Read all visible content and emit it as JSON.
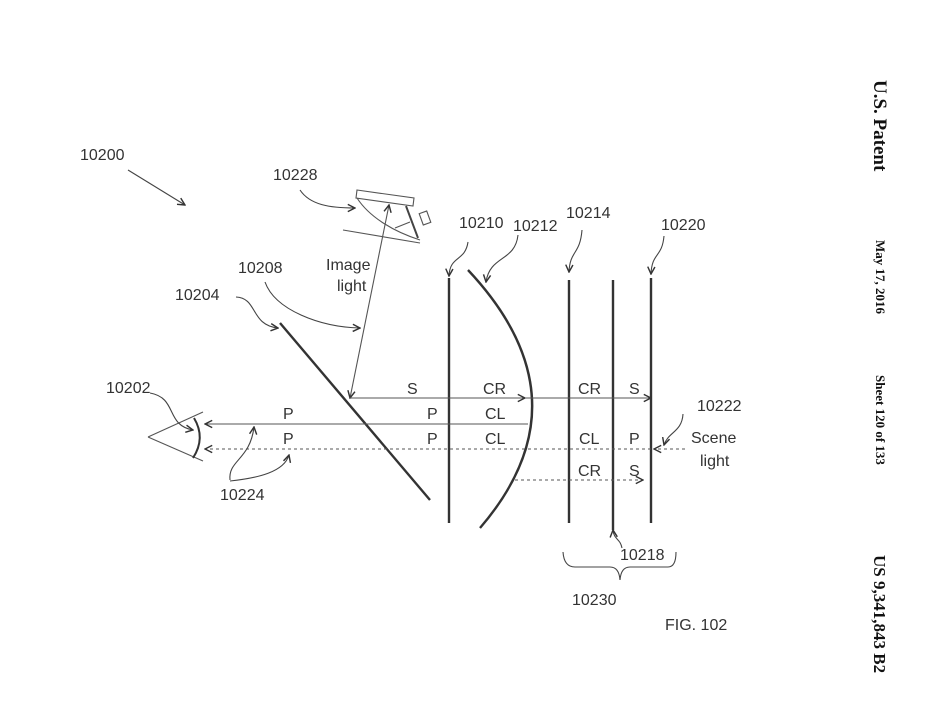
{
  "header": {
    "title": "U.S. Patent",
    "date": "May 17, 2016",
    "sheet": "Sheet 120 of 133",
    "patent_number": "US 9,341,843 B2"
  },
  "figure": {
    "caption": "FIG. 102",
    "refs": {
      "system": "10200",
      "eye": "10202",
      "combiner": "10204",
      "image_light_ref": "10208",
      "plate_10210": "10210",
      "curved_mirror": "10212",
      "plate_10214": "10214",
      "plate_10218": "10218",
      "plate_10220": "10220",
      "scene_light_ref": "10222",
      "p_rays": "10224",
      "projector": "10228",
      "group": "10230"
    },
    "text": {
      "image_line1": "Image",
      "image_line2": "light",
      "scene_line1": "Scene",
      "scene_line2": "light"
    },
    "polarization_labels": {
      "row1": [
        "S",
        "CR",
        "CR",
        "S"
      ],
      "row2": [
        "P",
        "P",
        "CL"
      ],
      "row3": [
        "P",
        "P",
        "CL",
        "CL",
        "P"
      ],
      "row4": [
        "CR",
        "S"
      ]
    }
  }
}
